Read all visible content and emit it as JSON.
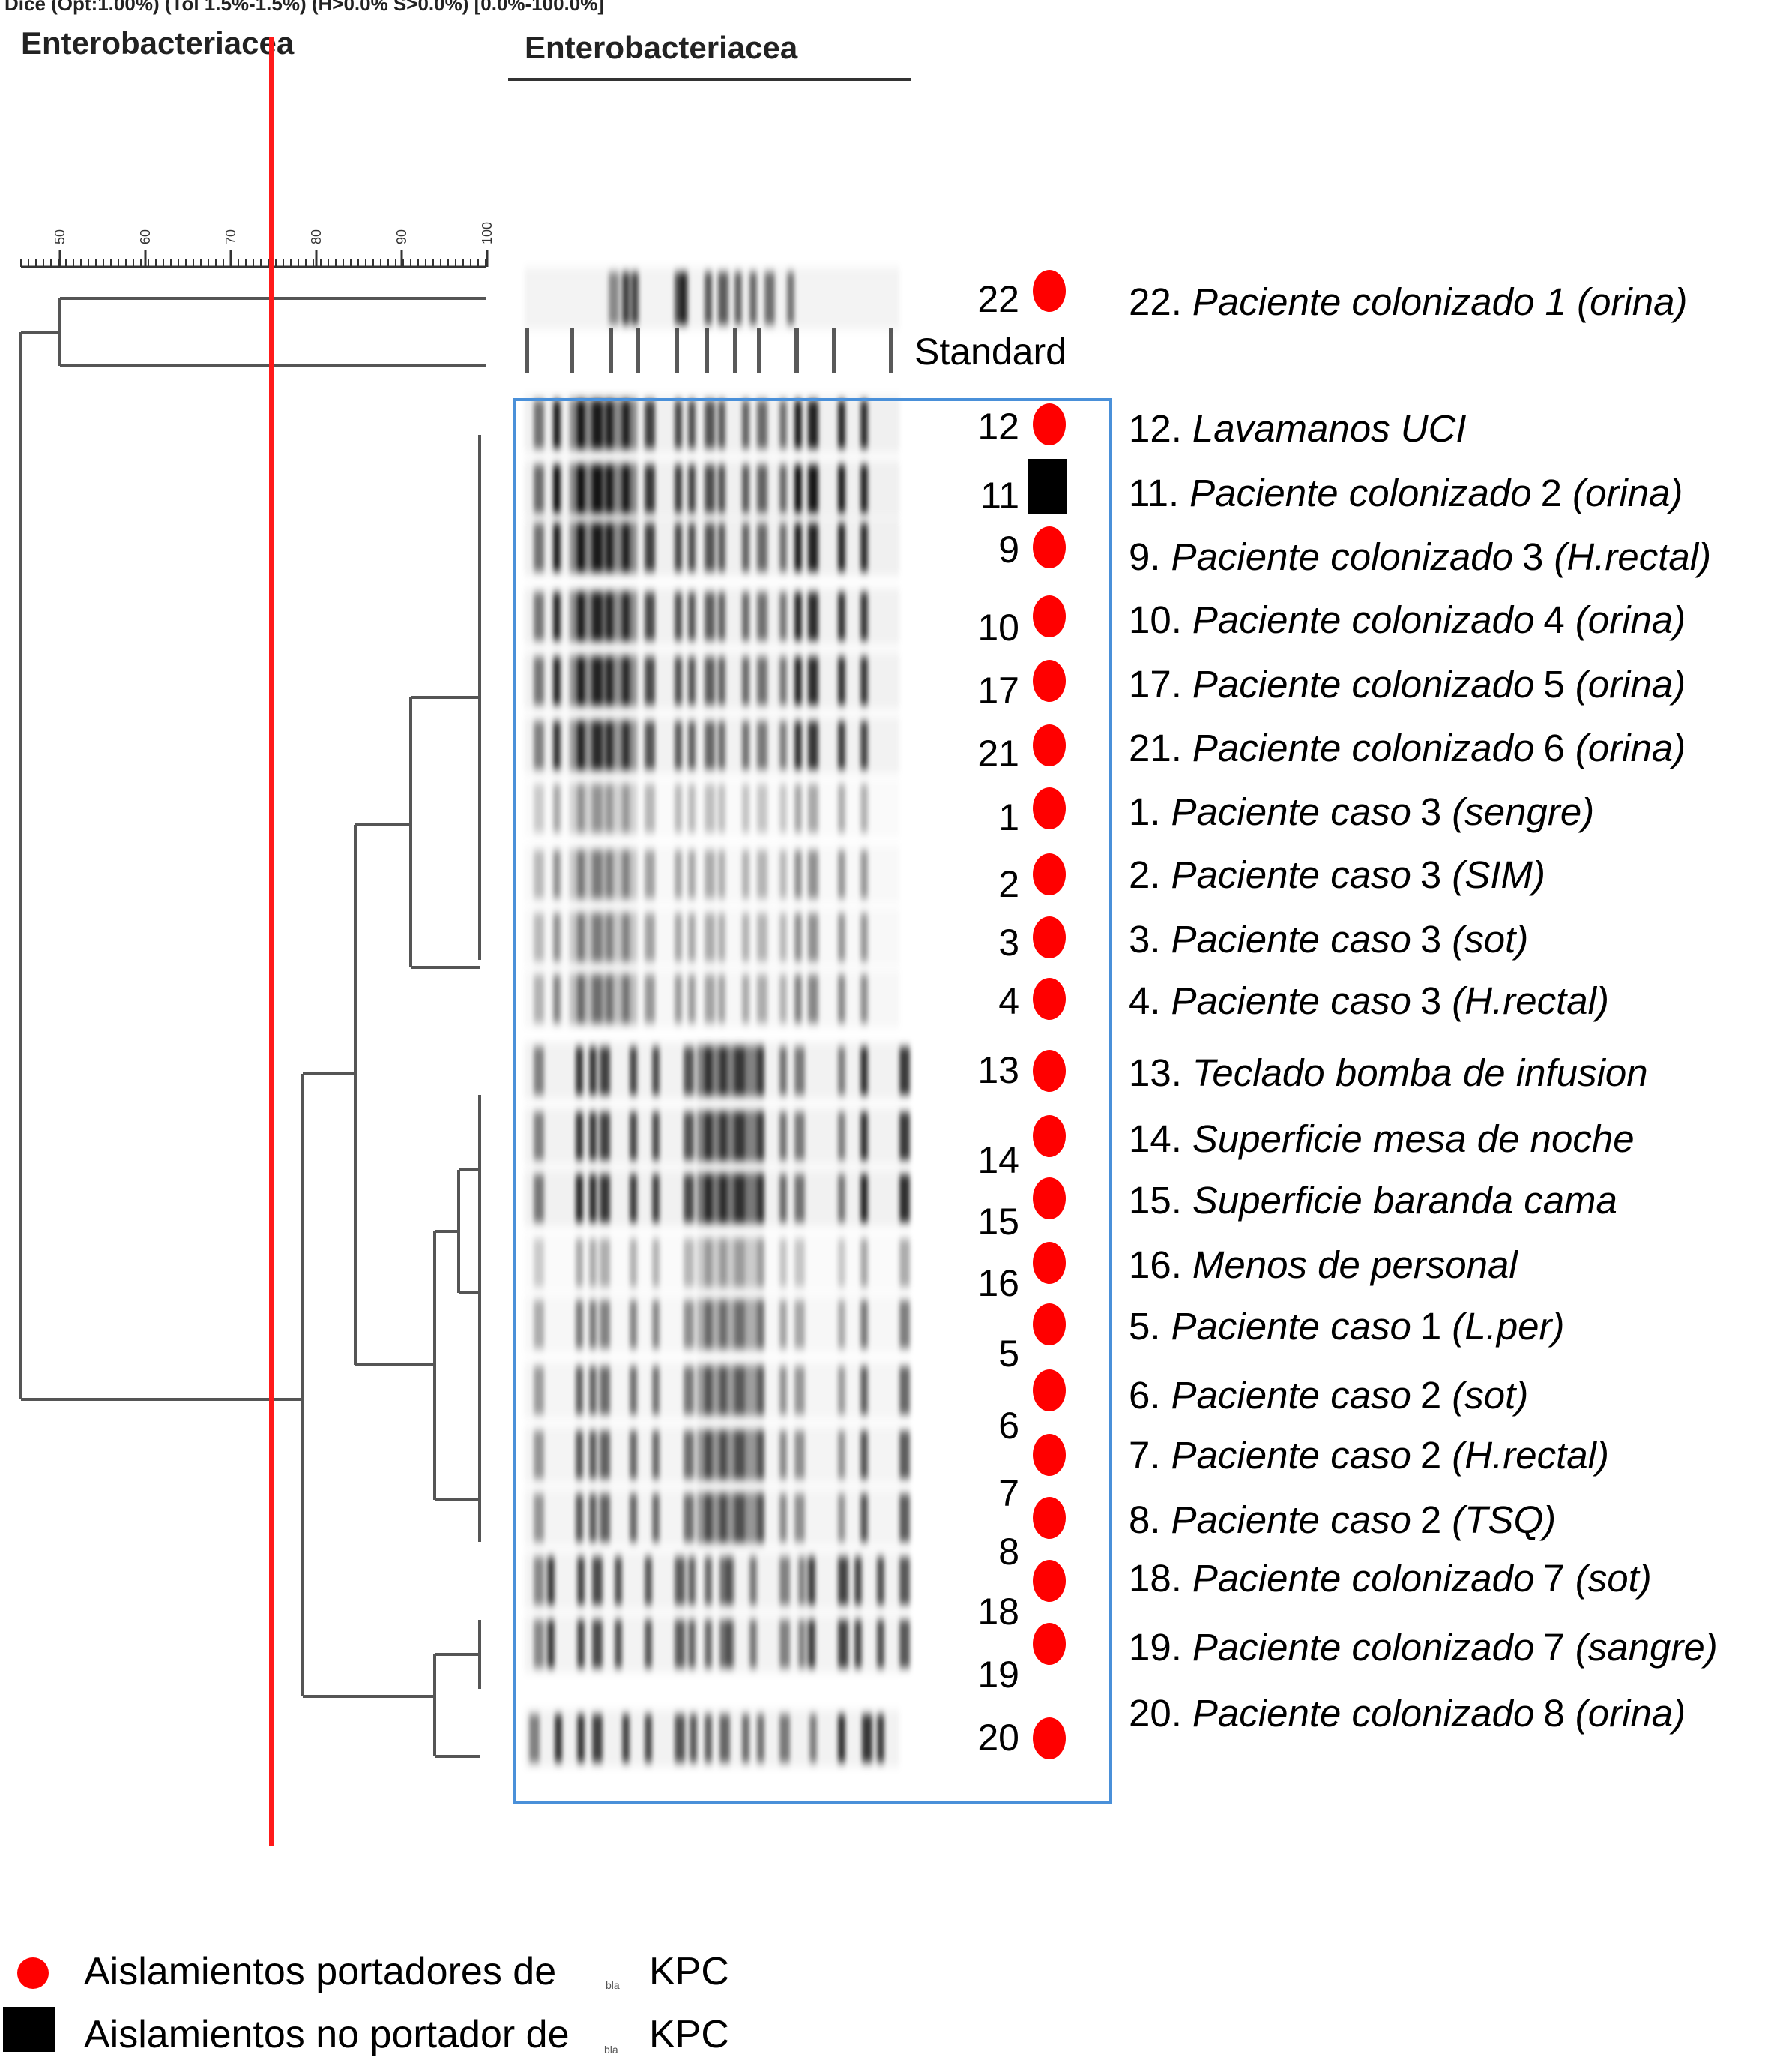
{
  "header": {
    "top_caption": "Dice (Opt:1.00%) (Tol 1.5%-1.5%) (H>0.0% S>0.0%) [0.0%-100.0%]",
    "left_title": "Enterobacteriacea",
    "gel_title": "Enterobacteriacea"
  },
  "scale": {
    "ticks": [
      "50",
      "60",
      "70",
      "80",
      "90",
      "100"
    ]
  },
  "colors": {
    "kpc_marker": "#ff0000",
    "non_kpc_marker": "#000000",
    "cutoff_line": "#ff1a1a",
    "cluster_box": "#4a90d9"
  },
  "lanes": [
    {
      "num": "22",
      "marker": "kpc",
      "label_num": "22.",
      "label_site": "Paciente colonizado 1 (orina)",
      "label_sample": ""
    },
    {
      "num": "Standard",
      "marker": "none",
      "label_num": "",
      "label_site": "",
      "label_sample": ""
    },
    {
      "num": "12",
      "marker": "kpc",
      "label_num": "12.",
      "label_site": "Lavamanos UCI",
      "label_sample": ""
    },
    {
      "num": "11",
      "marker": "non_kpc",
      "label_num": "11.",
      "label_site": "Paciente colonizado",
      "label_mid": "2",
      "label_sample": "(orina)"
    },
    {
      "num": "9",
      "marker": "kpc",
      "label_num": "9.",
      "label_site": "Paciente colonizado",
      "label_mid": "3",
      "label_sample": "(H.rectal)"
    },
    {
      "num": "10",
      "marker": "kpc",
      "label_num": "10.",
      "label_site": "Paciente colonizado",
      "label_mid": "4",
      "label_sample": "(orina)"
    },
    {
      "num": "17",
      "marker": "kpc",
      "label_num": "17.",
      "label_site": "Paciente colonizado",
      "label_mid": "5",
      "label_sample": "(orina)"
    },
    {
      "num": "21",
      "marker": "kpc",
      "label_num": "21.",
      "label_site": "Paciente colonizado",
      "label_mid": "6",
      "label_sample": "(orina)"
    },
    {
      "num": "1",
      "marker": "kpc",
      "label_num": "1.",
      "label_site": "Paciente caso",
      "label_mid": "3",
      "label_sample": "(sengre)"
    },
    {
      "num": "2",
      "marker": "kpc",
      "label_num": "2.",
      "label_site": "Paciente caso",
      "label_mid": "3",
      "label_sample": "(SIM)"
    },
    {
      "num": "3",
      "marker": "kpc",
      "label_num": "3.",
      "label_site": "Paciente caso",
      "label_mid": "3",
      "label_sample": "(sot)"
    },
    {
      "num": "4",
      "marker": "kpc",
      "label_num": "4.",
      "label_site": "Paciente caso",
      "label_mid": "3",
      "label_sample": "(H.rectal)"
    },
    {
      "num": "13",
      "marker": "kpc",
      "label_num": "13.",
      "label_site": "Teclado bomba de infusion",
      "label_sample": ""
    },
    {
      "num": "14",
      "marker": "kpc",
      "label_num": "14.",
      "label_site": "Superficie mesa de noche",
      "label_sample": ""
    },
    {
      "num": "15",
      "marker": "kpc",
      "label_num": "15.",
      "label_site": "Superficie baranda cama",
      "label_sample": ""
    },
    {
      "num": "16",
      "marker": "kpc",
      "label_num": "16.",
      "label_site": "Menos de personal",
      "label_sample": ""
    },
    {
      "num": "5",
      "marker": "kpc",
      "label_num": "5.",
      "label_site": "Paciente caso",
      "label_mid": "1",
      "label_sample": "(L.per)"
    },
    {
      "num": "6",
      "marker": "kpc",
      "label_num": "6.",
      "label_site": "Paciente caso",
      "label_mid": "2",
      "label_sample": "(sot)"
    },
    {
      "num": "7",
      "marker": "kpc",
      "label_num": "7.",
      "label_site": "Paciente caso",
      "label_mid": "2",
      "label_sample": "(H.rectal)"
    },
    {
      "num": "8",
      "marker": "kpc",
      "label_num": "8.",
      "label_site": "Paciente caso",
      "label_mid": "2",
      "label_sample": "(TSQ)"
    },
    {
      "num": "18",
      "marker": "kpc",
      "label_num": "18.",
      "label_site": "Paciente colonizado",
      "label_mid": "7",
      "label_sample": "(sot)"
    },
    {
      "num": "19",
      "marker": "kpc",
      "label_num": "19.",
      "label_site": "Paciente colonizado",
      "label_mid": "7",
      "label_sample": "(sangre)"
    },
    {
      "num": "20",
      "marker": "kpc",
      "label_num": "20.",
      "label_site": "Paciente colonizado",
      "label_mid": "8",
      "label_sample": "(orina)"
    }
  ],
  "legend": {
    "kpc_text": "Aislamientos portadores de",
    "kpc_sub": "bla",
    "kpc_gene": "KPC",
    "non_kpc_text": "Aislamientos no portador de",
    "non_kpc_sub": "bla",
    "non_kpc_gene": "KPC"
  }
}
